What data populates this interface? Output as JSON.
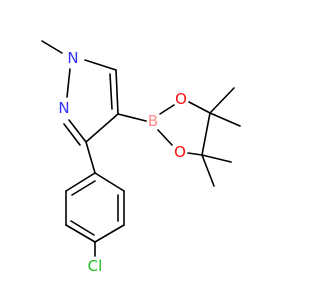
{
  "molecule": {
    "atoms": {
      "n1": "N",
      "n2": "N",
      "b": "B",
      "o1": "O",
      "o2": "O",
      "cl": "Cl"
    },
    "colors": {
      "n": "#3333ff",
      "o": "#ff0d0d",
      "b": "#ff8c8c",
      "cl": "#1fbf1f",
      "bond": "#000000"
    }
  }
}
